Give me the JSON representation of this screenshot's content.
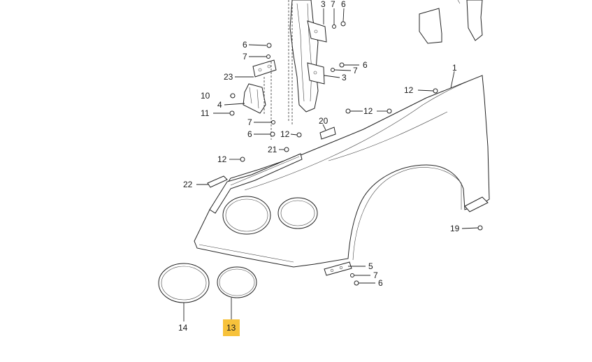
{
  "diagram": {
    "highlight_color": "#f7c23b",
    "callouts": {
      "c1": "1",
      "c3a": "3",
      "c3b": "3",
      "c4": "4",
      "c5": "5",
      "c6a": "6",
      "c6b": "6",
      "c6c": "6",
      "c6d": "6",
      "c6e": "6",
      "c7a": "7",
      "c7b": "7",
      "c7c": "7",
      "c7d": "7",
      "c7e": "7",
      "c10": "10",
      "c11": "11",
      "c12a": "12",
      "c12b": "12",
      "c12c": "12",
      "c12d": "12",
      "c13": "13",
      "c14": "14",
      "c19": "19",
      "c20": "20",
      "c21": "21",
      "c22": "22",
      "c23": "23"
    }
  }
}
